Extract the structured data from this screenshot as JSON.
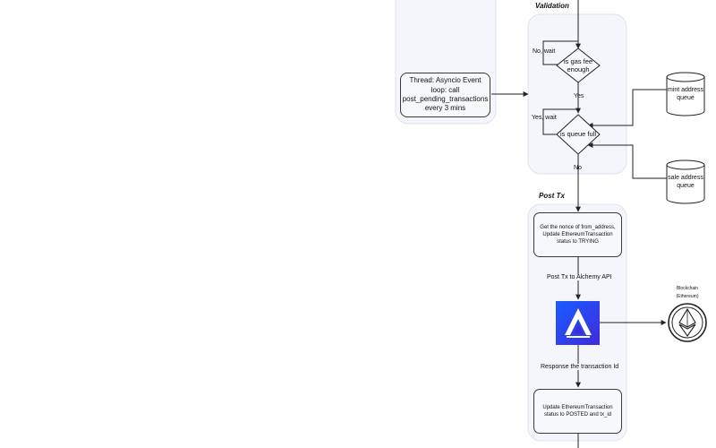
{
  "sections": {
    "validation": "Validation",
    "post_tx": "Post Tx"
  },
  "thread_box": "Thread: Asyncio Event loop: call post_pending_transactions every 3 mins",
  "decisions": {
    "gas": "is gas fee enough",
    "queue": "is queue full"
  },
  "edge_labels": {
    "no_wait": "No, wait",
    "yes": "Yes",
    "yes_wait": "Yes, wait",
    "no": "No",
    "post_tx_alchemy": "Post Tx to Alchemy API",
    "response": "Response the transaction Id"
  },
  "queues": {
    "mint": "mint address queue",
    "sale": "sale address queue"
  },
  "process_boxes": {
    "nonce": "Get the nonce of from_address, Update EthereumTransaction status to TRYING",
    "posted": "Update EthereumTransaction status to POSTED and tx_id"
  },
  "blockchain": {
    "title": "Blockchain",
    "subtitle": "(Ethereum)"
  },
  "colors": {
    "alchemy_gradient_start": "#1a5cff",
    "alchemy_gradient_end": "#3f2bdc",
    "group_fill": "#f4f6fb",
    "group_stroke": "#dde3ee"
  },
  "icons": {
    "alchemy": "alchemy-logo-icon",
    "ethereum": "ethereum-icon"
  }
}
